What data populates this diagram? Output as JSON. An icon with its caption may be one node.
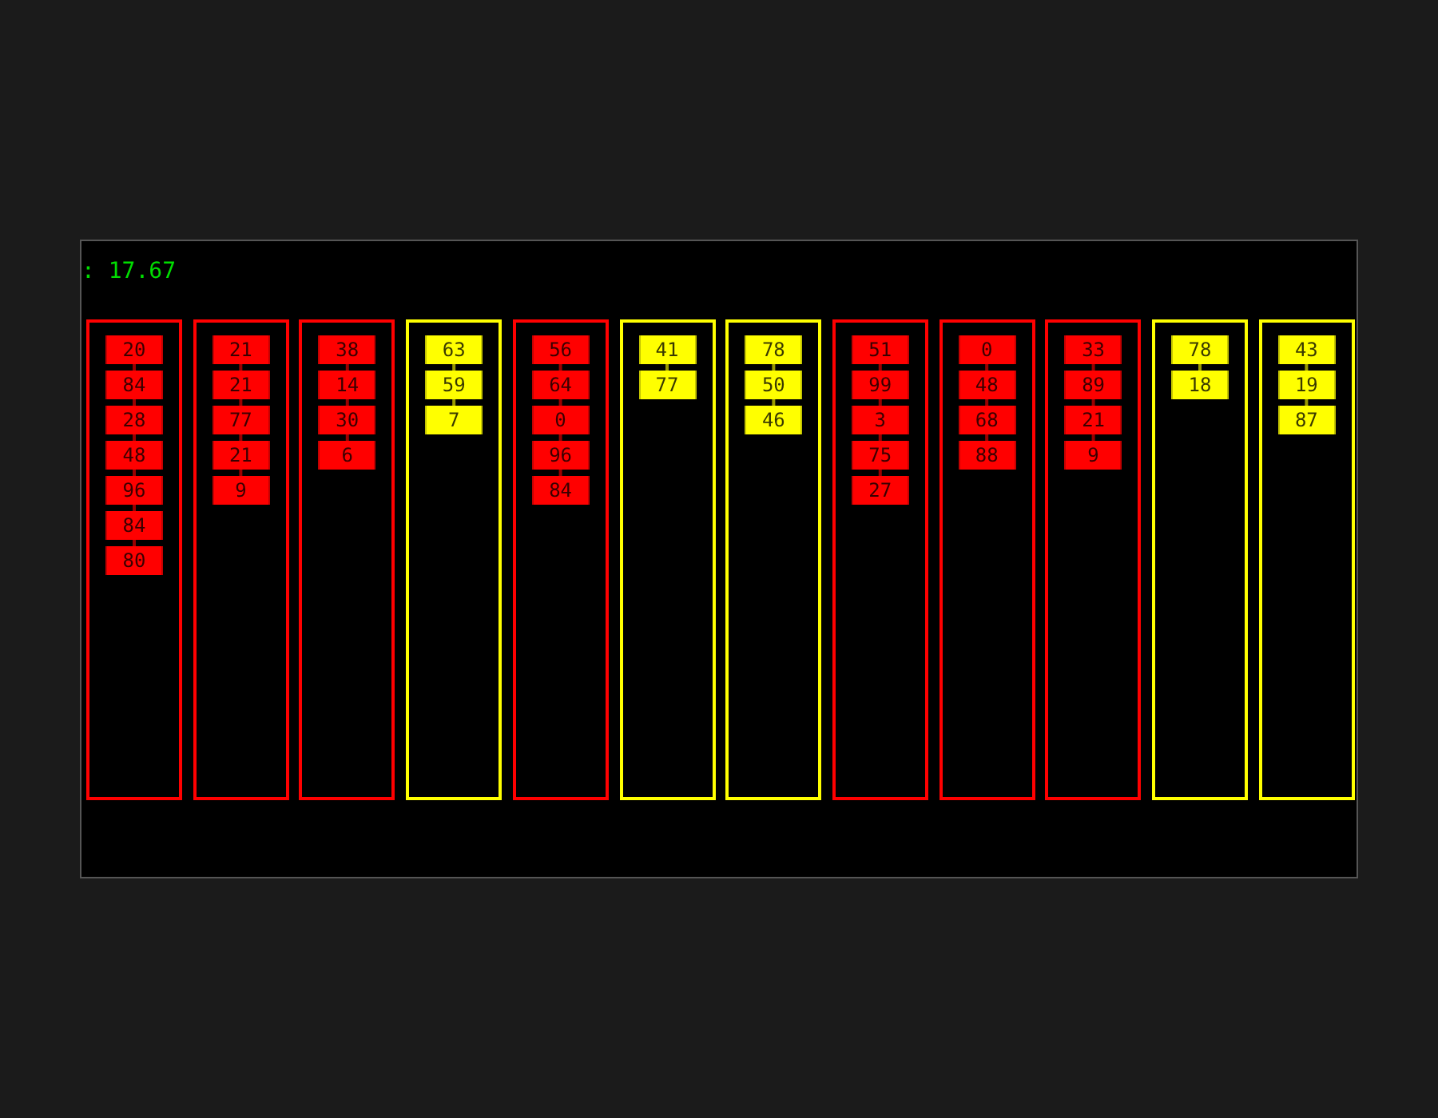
{
  "diagram": {
    "nodes": [
      {
        "text": [],
        "shape": "box"
      },
      {
        "text": [
          "20"
        ],
        "in": 0
      },
      {
        "text": [
          "84"
        ],
        "in": 0
      },
      {
        "text": [
          "28"
        ],
        "in": 0
      },
      {
        "text": [
          "48"
        ],
        "in": 0
      },
      {
        "text": [
          "96"
        ],
        "in": 0
      },
      {
        "text": [
          "84"
        ],
        "in": 0
      },
      {
        "text": [
          "80"
        ],
        "in": 0
      },
      {
        "text": [],
        "shape": "box"
      },
      {
        "text": [
          "21"
        ],
        "in": 8
      },
      {
        "text": [
          "21"
        ],
        "in": 8
      },
      {
        "text": [
          "77"
        ],
        "in": 8
      },
      {
        "text": [
          "21"
        ],
        "in": 8
      },
      {
        "text": [
          "9"
        ],
        "in": 8
      },
      {
        "text": [],
        "shape": "box"
      },
      {
        "text": [
          "38"
        ],
        "in": 14
      },
      {
        "text": [
          "14"
        ],
        "in": 14
      },
      {
        "text": [
          "30"
        ],
        "in": 14
      },
      {
        "text": [
          "6"
        ],
        "in": 14
      },
      {
        "text": [],
        "shape": "box"
      },
      {
        "text": [
          "63"
        ],
        "in": 19
      },
      {
        "text": [
          "59"
        ],
        "in": 19
      },
      {
        "text": [
          "7"
        ],
        "in": 19
      },
      {
        "text": [],
        "shape": "box"
      },
      {
        "text": [
          "56"
        ],
        "in": 23
      },
      {
        "text": [
          "64"
        ],
        "in": 23
      },
      {
        "text": [
          "0"
        ],
        "in": 23
      },
      {
        "text": [
          "96"
        ],
        "in": 23
      },
      {
        "text": [
          "84"
        ],
        "in": 23
      },
      {
        "text": [],
        "shape": "box"
      },
      {
        "text": [
          "41"
        ],
        "in": 29
      },
      {
        "text": [
          "77"
        ],
        "in": 29
      },
      {
        "text": [],
        "shape": "box"
      },
      {
        "text": [
          "78"
        ],
        "in": 32
      },
      {
        "text": [
          "50"
        ],
        "in": 32
      },
      {
        "text": [
          "46"
        ],
        "in": 32
      },
      {
        "text": [],
        "shape": "box"
      },
      {
        "text": [
          "51"
        ],
        "in": 36
      },
      {
        "text": [
          "99"
        ],
        "in": 36
      },
      {
        "text": [
          "3"
        ],
        "in": 36
      },
      {
        "text": [
          "75"
        ],
        "in": 36
      },
      {
        "text": [
          "27"
        ],
        "in": 36
      },
      {
        "text": [],
        "shape": "box"
      },
      {
        "text": [
          "0"
        ],
        "in": 42
      },
      {
        "text": [
          "48"
        ],
        "in": 42
      },
      {
        "text": [
          "68"
        ],
        "in": 42
      },
      {
        "text": [
          "88"
        ],
        "in": 42
      },
      {
        "text": [],
        "shape": "box"
      },
      {
        "text": [
          "33"
        ],
        "in": 47
      },
      {
        "text": [
          "89"
        ],
        "in": 47
      },
      {
        "text": [
          "21"
        ],
        "in": 47
      },
      {
        "text": [
          "9"
        ],
        "in": 47
      },
      {
        "text": [],
        "shape": "box"
      },
      {
        "text": [
          "78"
        ],
        "in": 52
      },
      {
        "text": [
          "18"
        ],
        "in": 52
      },
      {
        "text": [],
        "shape": "box"
      },
      {
        "text": [
          "43"
        ],
        "in": 55
      },
      {
        "text": [
          "19"
        ],
        "in": 55
      },
      {
        "text": [
          "87"
        ],
        "in": 55
      }
    ],
    "edges": [
      {
        "from": 1,
        "to": 2,
        "arrow": "none"
      },
      {
        "from": 2,
        "to": 3,
        "arrow": "none"
      },
      {
        "from": 3,
        "to": 4,
        "arrow": "none"
      },
      {
        "from": 4,
        "to": 5,
        "arrow": "none"
      },
      {
        "from": 5,
        "to": 6,
        "arrow": "none"
      },
      {
        "from": 6,
        "to": 7,
        "arrow": "none"
      },
      {
        "from": 9,
        "to": 10,
        "arrow": "none"
      },
      {
        "from": 10,
        "to": 11,
        "arrow": "none"
      },
      {
        "from": 11,
        "to": 12,
        "arrow": "none"
      },
      {
        "from": 12,
        "to": 13,
        "arrow": "none"
      },
      {
        "from": 15,
        "to": 16,
        "arrow": "none"
      },
      {
        "from": 16,
        "to": 17,
        "arrow": "none"
      },
      {
        "from": 17,
        "to": 18,
        "arrow": "none"
      },
      {
        "from": 20,
        "to": 21,
        "arrow": "none",
        "color": "#999900"
      },
      {
        "from": 21,
        "to": 22,
        "arrow": "none",
        "color": "#999900"
      },
      {
        "from": 24,
        "to": 25,
        "arrow": "none"
      },
      {
        "from": 25,
        "to": 26,
        "arrow": "none"
      },
      {
        "from": 26,
        "to": 27,
        "arrow": "none"
      },
      {
        "from": 27,
        "to": 28,
        "arrow": "none"
      },
      {
        "from": 30,
        "to": 31,
        "arrow": "none",
        "color": "#999900"
      },
      {
        "from": 33,
        "to": 34,
        "arrow": "none",
        "color": "#999900"
      },
      {
        "from": 34,
        "to": 35,
        "arrow": "none",
        "color": "#999900"
      },
      {
        "from": 37,
        "to": 38,
        "arrow": "none"
      },
      {
        "from": 38,
        "to": 39,
        "arrow": "none"
      },
      {
        "from": 39,
        "to": 40,
        "arrow": "none"
      },
      {
        "from": 40,
        "to": 41,
        "arrow": "none"
      },
      {
        "from": 43,
        "to": 44,
        "arrow": "none"
      },
      {
        "from": 44,
        "to": 45,
        "arrow": "none"
      },
      {
        "from": 45,
        "to": 46,
        "arrow": "none"
      },
      {
        "from": 48,
        "to": 49,
        "arrow": "none"
      },
      {
        "from": 49,
        "to": 50,
        "arrow": "none"
      },
      {
        "from": 50,
        "to": 51,
        "arrow": "none"
      },
      {
        "from": 53,
        "to": 54,
        "arrow": "none",
        "color": "#999900"
      },
      {
        "from": 56,
        "to": 57,
        "arrow": "none",
        "color": "#999900"
      },
      {
        "from": 57,
        "to": 58,
        "arrow": "none",
        "color": "#999900"
      }
    ],
    "labels": [
      ": 17.67"
    ]
  }
}
